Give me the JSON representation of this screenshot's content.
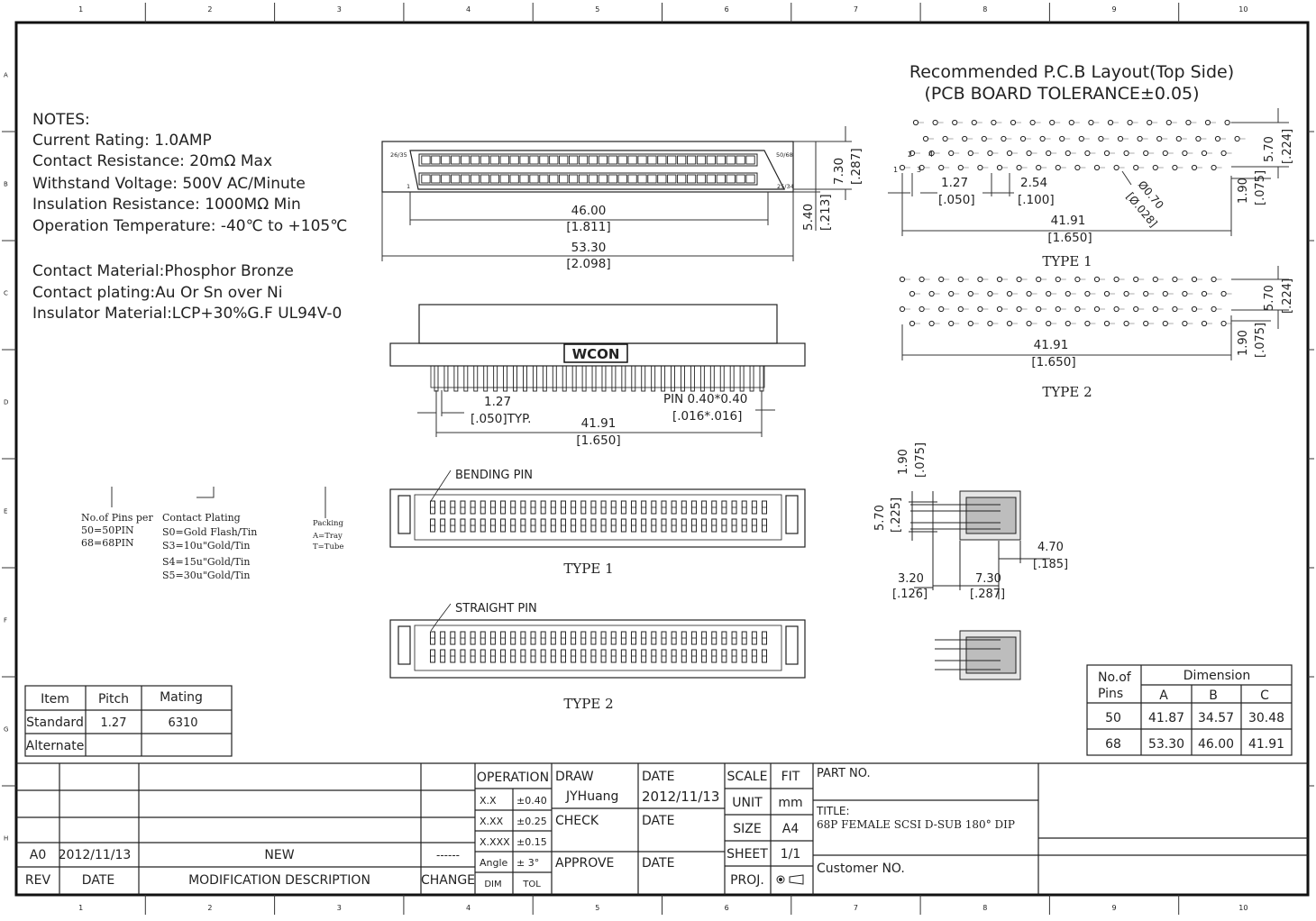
{
  "border": {
    "columns": [
      "1",
      "2",
      "3",
      "4",
      "5",
      "6",
      "7",
      "8",
      "9",
      "10"
    ],
    "rows": [
      "A",
      "B",
      "C",
      "D",
      "E",
      "F",
      "G",
      "H"
    ]
  },
  "notes": {
    "title": "NOTES:",
    "lines": [
      "Current Rating: 1.0AMP",
      "Contact Resistance: 20mΩ Max",
      "Withstand Voltage: 500V AC/Minute",
      "Insulation Resistance: 1000MΩ Min",
      "Operation Temperature: -40℃ to +105℃",
      "Contact Material:Phosphor Bronze",
      "Contact plating:Au Or Sn over Ni",
      "Insulator Material:LCP+30%G.F UL94V-0"
    ]
  },
  "ordering": {
    "pins_title": "No.of Pins per",
    "pins_opts": [
      "50=50PIN",
      "68=68PIN"
    ],
    "plating_title": "Contact Plating",
    "plating_opts": [
      "S0=Gold Flash/Tin",
      "S3=10u\"Gold/Tin",
      "S4=15u\"Gold/Tin",
      "S5=30u\"Gold/Tin"
    ],
    "packing_title": "Packing",
    "packing_opts": [
      "A=Tray",
      "T=Tube"
    ]
  },
  "front_view": {
    "pin_left_top": "26/35",
    "pin_left_bottom": "1",
    "pin_right_top": "50/68",
    "pin_right_bottom": "25/34",
    "dim_inner": "46.00",
    "dim_inner_in": "[1.811]",
    "dim_outer": "53.30",
    "dim_outer_in": "[2.098]",
    "dim_height": "7.30",
    "dim_height_in": "[.287]",
    "dim_depth": "5.40",
    "dim_depth_in": "[.213]"
  },
  "side_view": {
    "logo": "WCON",
    "pitch": "1.27",
    "pitch_in": "[.050]TYP.",
    "pin_size": "PIN 0.40*0.40",
    "pin_size_in": "[.016*.016]",
    "span": "41.91",
    "span_in": "[1.650]"
  },
  "bottom_views": {
    "bending_label": "BENDING PIN",
    "type1_label": "TYPE 1",
    "straight_label": "STRAIGHT PIN",
    "type2_label": "TYPE 2"
  },
  "pcb_layout": {
    "title1": "Recommended P.C.B Layout(Top Side)",
    "title2": "(PCB BOARD TOLERANCE±0.05)",
    "t1_pitch": "1.27",
    "t1_pitch_in": "[.050]",
    "t1_pitch2": "2.54",
    "t1_pitch2_in": "[.100]",
    "t1_hole": "Ø0.70",
    "t1_hole_in": "[Ø.028]",
    "t1_span": "41.91",
    "t1_span_in": "[1.650]",
    "t1_h1": "5.70",
    "t1_h1_in": "[.224]",
    "t1_h2": "1.90",
    "t1_h2_in": "[.075]",
    "type1_label": "TYPE 1",
    "t2_span": "41.91",
    "t2_span_in": "[1.650]",
    "t2_h1": "5.70",
    "t2_h1_in": "[.224]",
    "t2_h2": "1.90",
    "t2_h2_in": "[.075]",
    "type2_label": "TYPE 2",
    "pin1": "1",
    "pin2": "2",
    "pin3": "3",
    "pin4": "4"
  },
  "profile_view": {
    "d190": "1.90",
    "d190_in": "[.075]",
    "d570": "5.70",
    "d570_in": "[.225]",
    "d470": "4.70",
    "d470_in": "[.185]",
    "d320": "3.20",
    "d320_in": "[.126]",
    "d730": "7.30",
    "d730_in": "[.287]"
  },
  "pitch_table": {
    "headers": [
      "Item",
      "Pitch",
      "Mating"
    ],
    "rows": [
      [
        "Standard",
        "1.27",
        "6310"
      ],
      [
        "Alternate",
        "",
        ""
      ]
    ]
  },
  "dim_table": {
    "col0": "No.of\nPins",
    "col0a": "No.of",
    "col0b": "Pins",
    "group": "Dimension",
    "headers": [
      "A",
      "B",
      "C"
    ],
    "rows": [
      [
        "50",
        "41.87",
        "34.57",
        "30.48"
      ],
      [
        "68",
        "53.30",
        "46.00",
        "41.91"
      ]
    ]
  },
  "title_block": {
    "rev_rows": [
      {
        "rev": "A0",
        "date": "2012/11/13",
        "desc": "NEW",
        "change": "------"
      }
    ],
    "rev_hdr": "REV",
    "date_hdr": "DATE",
    "desc_hdr": "MODIFICATION DESCRIPTION",
    "change_hdr": "CHANGE",
    "operation": "OPERATION",
    "tol_rows": [
      [
        "X.X",
        "±0.40"
      ],
      [
        "X.XX",
        "±0.25"
      ],
      [
        "X.XXX",
        "±0.15"
      ],
      [
        "Angle",
        "± 3°"
      ]
    ],
    "dim_hdr": "DIM",
    "tol_hdr": "TOL",
    "draw": "DRAW",
    "draw_name": "JYHuang",
    "check": "CHECK",
    "approve": "APPROVE",
    "date_l": "DATE",
    "date_v": "2012/11/13",
    "date_l2": "DATE",
    "date_l3": "DATE",
    "scale": "SCALE",
    "scale_v": "FIT",
    "unit": "UNIT",
    "unit_v": "mm",
    "size": "SIZE",
    "size_v": "A4",
    "sheet": "SHEET",
    "sheet_v": "1/1",
    "proj": "PROJ.",
    "part_no": "PART NO.",
    "title_lbl": "TITLE:",
    "title_v": "68P FEMALE SCSI D-SUB 180° DIP",
    "customer_no": "Customer NO."
  }
}
